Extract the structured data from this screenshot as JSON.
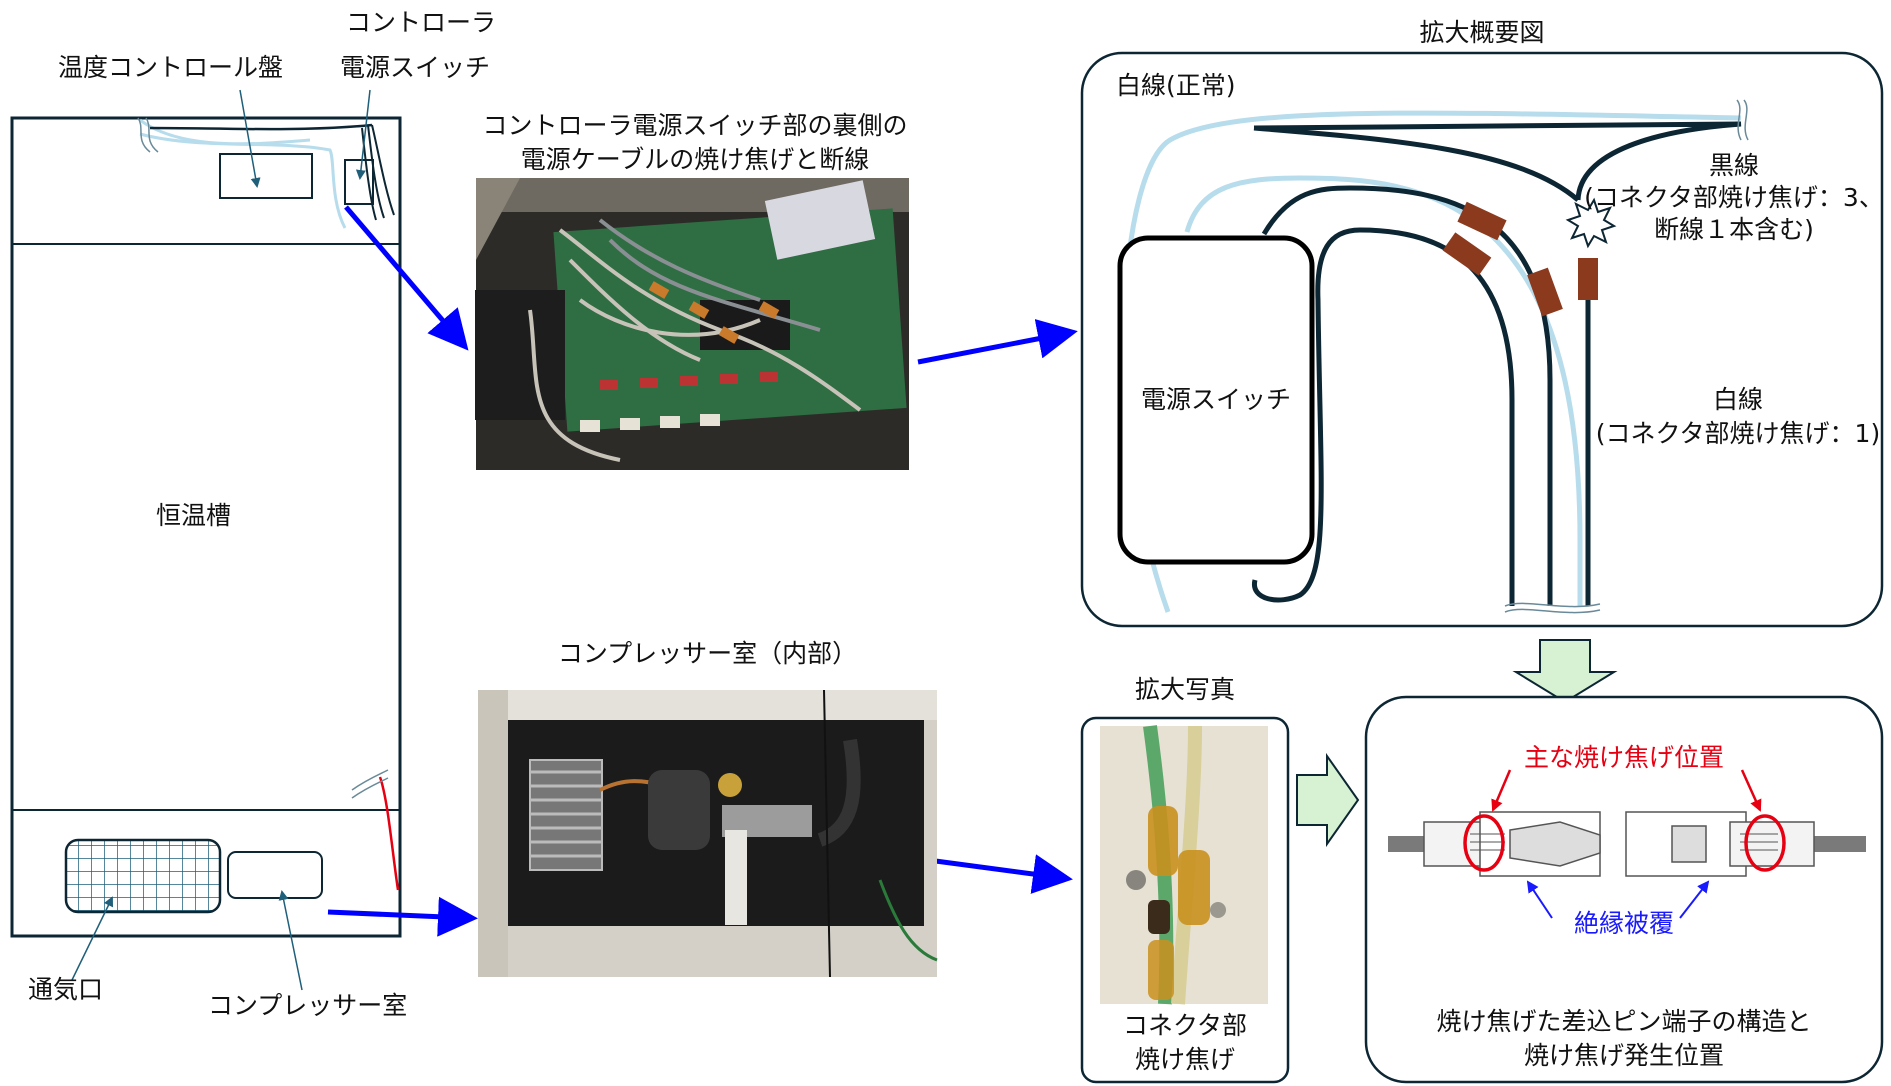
{
  "left_unit": {
    "temp_panel": "温度コントロール盤",
    "controller_line1": "コントローラ",
    "controller_line2": "電源スイッチ",
    "chamber": "恒温槽",
    "vent": "通気口",
    "compressor_room": "コンプレッサー室"
  },
  "top_photo": {
    "caption_line1": "コントローラ電源スイッチ部の裏側の",
    "caption_line2": "電源ケーブルの焼け焦げと断線"
  },
  "compressor_photo": {
    "caption": "コンプレッサー室（内部）"
  },
  "enlarged_diagram": {
    "title": "拡大概要図",
    "white_normal": "白線(正常)",
    "black_wire_line1": "黒線",
    "black_wire_line2": "(コネクタ部焼け焦げ：3、",
    "black_wire_line3": "断線１本含む)",
    "power_switch": "電源スイッチ",
    "white_wire_line1": "白線",
    "white_wire_line2": "(コネクタ部焼け焦げ：1)"
  },
  "closeup_photo": {
    "title": "拡大写真",
    "caption_line1": "コネクタ部",
    "caption_line2": "焼け焦げ"
  },
  "terminal": {
    "main_burn": "主な焼け焦げ位置",
    "insulation": "絶縁被覆",
    "caption_line1": "焼け焦げた差込ピン端子の構造と",
    "caption_line2": "焼け焦げ発生位置"
  },
  "colors": {
    "arrow": "#0000ff",
    "light_blue_wire": "#b7dcec",
    "dark_wire": "#0d2633",
    "connector_brown": "#8b3a1e",
    "green_arrow_fill": "#d7f2d3",
    "burn_highlight": "#e60012"
  }
}
